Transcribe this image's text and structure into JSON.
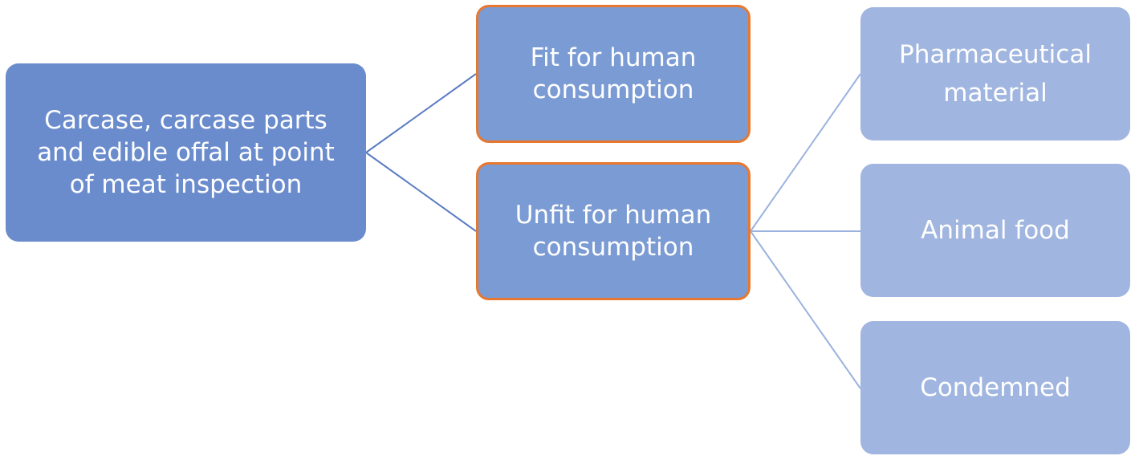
{
  "diagram": {
    "root": {
      "label": "Carcase, carcase parts\nand edible offal at point\nof meat inspection"
    },
    "branches": [
      {
        "label": "Fit for human\nconsumption"
      },
      {
        "label": "Unfit for human\nconsumption"
      }
    ],
    "leaves": [
      {
        "label": "Pharmaceutical\nmaterial"
      },
      {
        "label": "Animal food"
      },
      {
        "label": "Condemned"
      }
    ],
    "colors": {
      "root_fill": "#6a8ccd",
      "branch_fill": "#7b9bd4",
      "branch_border": "#e8782f",
      "leaf_fill": "#a0b5df",
      "connector_dark": "#5b7cc3",
      "connector_light": "#9bb2de"
    }
  }
}
